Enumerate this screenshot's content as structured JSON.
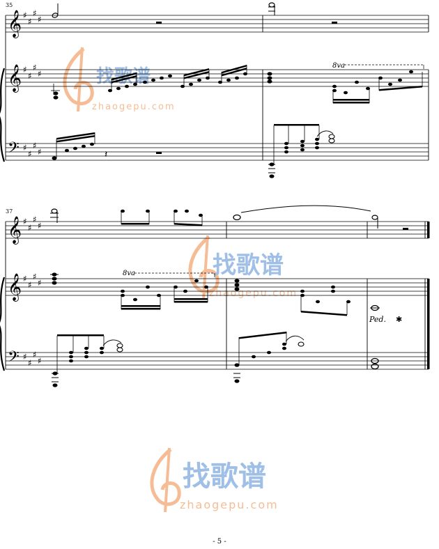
{
  "page": {
    "number": "- 5 -"
  },
  "systems": [
    {
      "first_measure": "35"
    },
    {
      "first_measure": "37"
    }
  ],
  "ottava": {
    "label": "8va"
  },
  "pedal": {
    "mark": "Ped.",
    "release": "✱"
  },
  "watermark": {
    "brand": "找歌谱",
    "url": "zhaogepu.com",
    "color_orange": "#f4b183",
    "color_blue": "#8fb4e3"
  },
  "key_signature": "E major (4 sharps)"
}
